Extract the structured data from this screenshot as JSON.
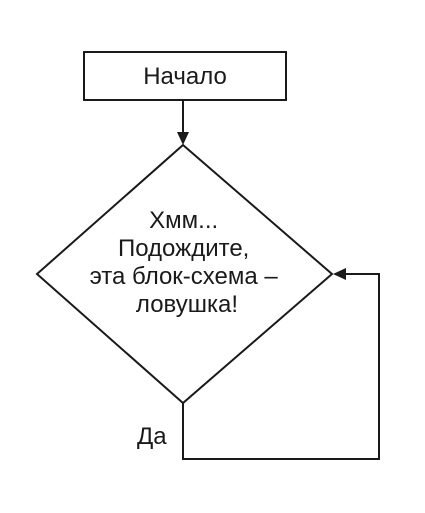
{
  "flowchart": {
    "start": {
      "label": "Начало"
    },
    "decision": {
      "lines": [
        "Хмм...",
        "Подождите,",
        "эта блок-схема –",
        "ловушка!"
      ]
    },
    "loop": {
      "label": "Да"
    }
  },
  "colors": {
    "stroke": "#1a1a1a",
    "background": "#ffffff"
  }
}
